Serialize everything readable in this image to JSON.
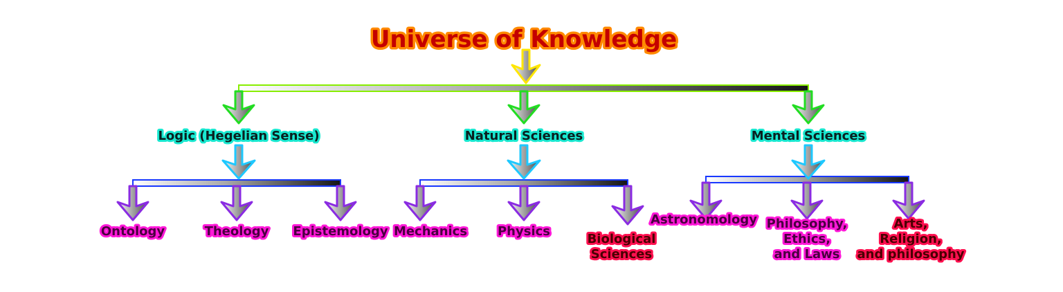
{
  "root": {
    "label": "Universe of Knowledge"
  },
  "branches": [
    {
      "label": "Logic (Hegelian Sense)",
      "children": [
        {
          "lines": [
            "Ontology"
          ]
        },
        {
          "lines": [
            "Theology"
          ]
        },
        {
          "lines": [
            "Epistemology"
          ]
        }
      ]
    },
    {
      "label": "Natural Sciences",
      "children": [
        {
          "lines": [
            "Mechanics"
          ]
        },
        {
          "lines": [
            "Physics"
          ]
        },
        {
          "lines": [
            "Biological",
            "Sciences"
          ]
        }
      ]
    },
    {
      "label": "Mental Sciences",
      "children": [
        {
          "lines": [
            "Astronomology"
          ]
        },
        {
          "lines": [
            "Philosophy,",
            "Ethics,",
            "and Laws"
          ]
        },
        {
          "lines": [
            "Arts,",
            "Religion,",
            "and philosophy"
          ]
        }
      ]
    }
  ],
  "colors": {
    "root_glow": "#ff8a00",
    "root_text": "#c40000",
    "root_arrow_glow": "#ffe600",
    "level1_connector_glow": "#88ee00",
    "level1_arrow_glow": "#22dd22",
    "level1_text_glow": "#19e8d0",
    "level2_arrow_glow_top": "#1ec8ff",
    "level2_connector_glow": "#1838ff",
    "level2_arrow_glow": "#8a2be2",
    "level2_text_glow": "#ff18d8",
    "level2_text_glow_alt": "#ff1050"
  }
}
